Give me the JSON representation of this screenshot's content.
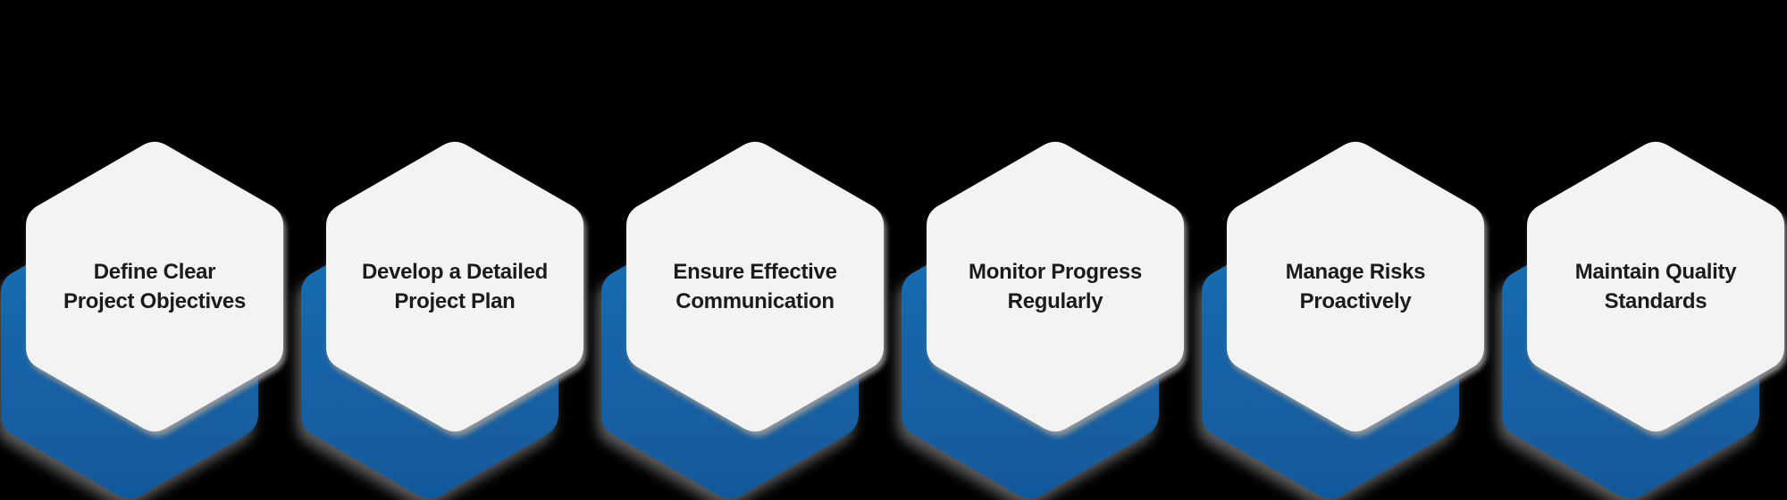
{
  "page": {
    "background": "#000000"
  },
  "diagram": {
    "type": "hexagon-step-list",
    "card_color": "#f3f3f4",
    "text_color": "#1b1b1b",
    "accent_color": "#1565a8",
    "accent_gradient_top": "#1b6fb4",
    "accent_gradient_bottom": "#11589a",
    "items": [
      {
        "label": "Define Clear\nProject Objectives"
      },
      {
        "label": "Develop a Detailed\nProject Plan"
      },
      {
        "label": "Ensure Effective\nCommunication"
      },
      {
        "label": "Monitor Progress\nRegularly"
      },
      {
        "label": "Manage Risks\nProactively"
      },
      {
        "label": "Maintain Quality\nStandards"
      }
    ]
  }
}
